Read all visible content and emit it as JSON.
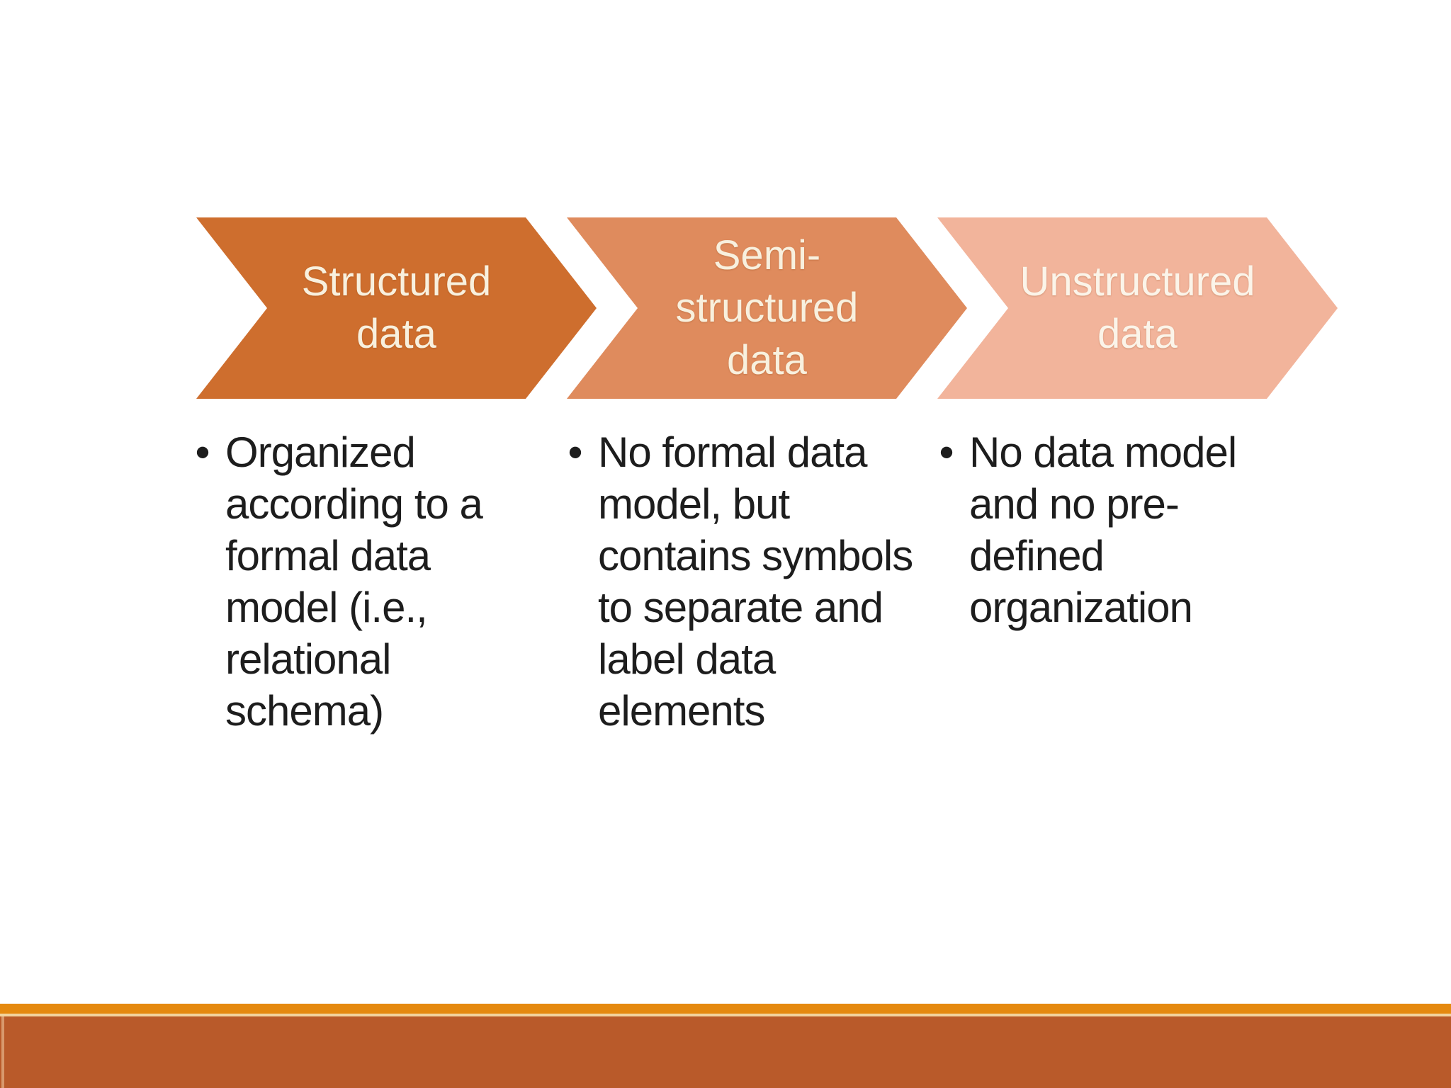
{
  "slide": {
    "background_color": "#ffffff",
    "body_text_color": "#1d1d1d",
    "chevrons": [
      {
        "label": "Structured\ndata",
        "fill_color": "#ce6e2e",
        "text_color": "#f8f0de"
      },
      {
        "label": "Semi-\nstructured\ndata",
        "fill_color": "#df8b5d",
        "text_color": "#f8f0de"
      },
      {
        "label": "Unstructured\ndata",
        "fill_color": "#f2b49b",
        "text_color": "#fbf4e9"
      }
    ],
    "bullets": [
      {
        "marker": "•",
        "text": "Organized\naccording to a\nformal data\nmodel (i.e.,\nrelational\nschema)"
      },
      {
        "marker": "•",
        "text": "No formal data\nmodel, but\ncontains symbols\nto separate and\nlabel data\nelements"
      },
      {
        "marker": "•",
        "text": "No data model\nand no pre-\ndefined\norganization"
      }
    ],
    "footer": {
      "stripe_color": "#e5890f",
      "divider_color": "#f2d39e",
      "band_color": "#b95a2a"
    }
  }
}
